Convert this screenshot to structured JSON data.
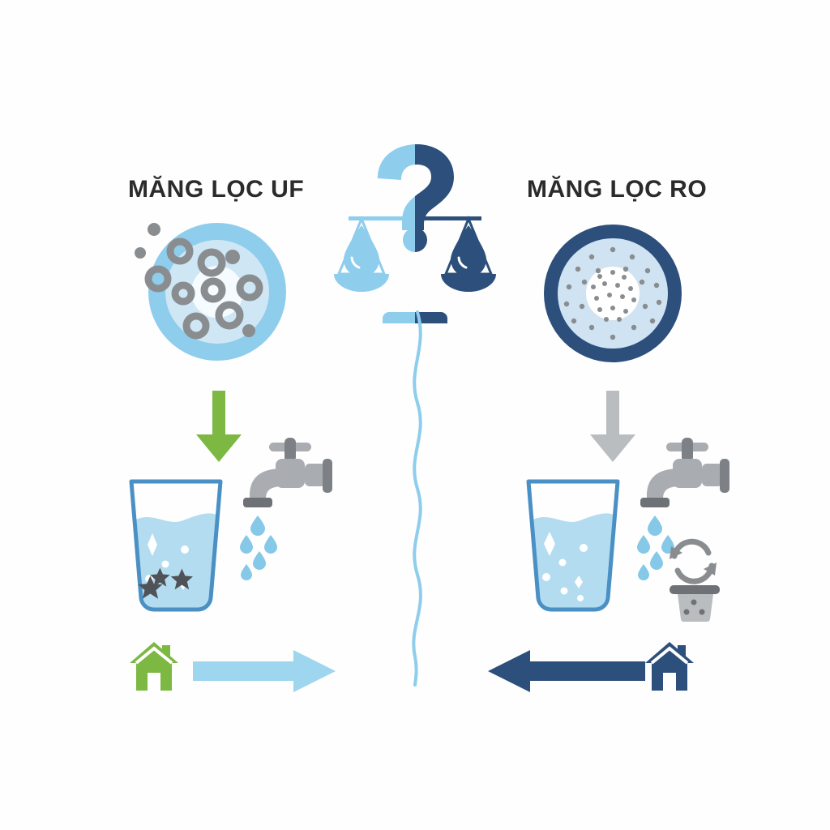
{
  "figure": {
    "type": "comparison-infographic",
    "subject": "UF membrane versus RO membrane water filtration comparison",
    "background_color": "#ffffff"
  },
  "palette": {
    "light_blue": "#8ecdec",
    "pale_blue": "#cfe7f5",
    "water_blue": "#b3dcf0",
    "navy": "#2d4f7c",
    "dark_navy": "#27476f",
    "gray": "#8a8d90",
    "dark_gray": "#565a5e",
    "light_gray": "#b9bdc0",
    "green": "#7cb842",
    "text_black": "#2b2b2b",
    "glass_outline": "#4a90c4",
    "white": "#ffffff"
  },
  "left_panel": {
    "title": "MĂNG LỌC UF",
    "membrane": {
      "name": "uf-membrane-icon",
      "description": "light blue concentric membrane disc with large gray ring-shaped pores",
      "ring_color": "#8ecdec",
      "mid_color": "#cfe7f5",
      "core_color": "#f4fafd",
      "pore_color": "#8a8d90",
      "pore_style": "large open rings",
      "pore_count": 14
    },
    "flow_arrow": {
      "name": "down-arrow-green",
      "direction": "down",
      "color": "#7cb842"
    },
    "glass": {
      "name": "glass-of-water-with-minerals",
      "water_color": "#b3dcf0",
      "outline_color": "#4a90c4",
      "sparkle_count": 6,
      "mineral_stars": 3,
      "mineral_color": "#4f5358"
    },
    "faucet": {
      "name": "faucet-icon",
      "color": "#a9adb1",
      "droplets": 5,
      "droplet_color": "#86c8e8"
    },
    "bottom_row": {
      "house_color": "#7cb842",
      "arrow_color": "#9ed5ef",
      "arrow_direction": "right"
    }
  },
  "right_panel": {
    "title": "MĂNG LỌC RO",
    "membrane": {
      "name": "ro-membrane-icon",
      "description": "dark navy ringed membrane disc with many tiny gray micro-pores",
      "ring_color": "#2d4f7c",
      "mid_color": "#cfe3f2",
      "core_color": "#ffffff",
      "pore_color": "#8a8d90",
      "pore_style": "tiny dense dots",
      "pore_count": 48
    },
    "flow_arrow": {
      "name": "down-arrow-gray",
      "direction": "down",
      "color": "#b9bdc0"
    },
    "glass": {
      "name": "glass-of-pure-water",
      "water_color": "#b3dcf0",
      "outline_color": "#4a90c4",
      "sparkle_count": 7,
      "mineral_stars": 0
    },
    "faucet": {
      "name": "faucet-icon",
      "color": "#a9adb1",
      "droplets": 5,
      "droplet_color": "#86c8e8"
    },
    "waste": {
      "recycle_icon": "recycle-arrows-icon",
      "recycle_color": "#8a8d90",
      "bucket_icon": "waste-water-bucket-icon",
      "bucket_color": "#b9bdc0",
      "bucket_lid_color": "#6e7276",
      "bucket_holes": 3
    },
    "bottom_row": {
      "house_color": "#2d4f7c",
      "arrow_color": "#2d4f7c",
      "arrow_direction": "left"
    }
  },
  "center": {
    "question_mark": {
      "name": "question-mark-icon",
      "left_half_color": "#8ecdec",
      "right_half_color": "#2d4f7c",
      "glyph": "?"
    },
    "scale": {
      "name": "balance-scale-icon",
      "left_pan_color": "#8ecdec",
      "right_pan_color": "#2d4f7c",
      "left_droplet_color": "#8ecdec",
      "right_droplet_color": "#2d4f7c",
      "beam_state": "balanced",
      "base_left_color": "#8ecdec",
      "base_right_color": "#2d4f7c"
    },
    "divider": {
      "name": "wavy-divider-line",
      "color": "#8ecdec",
      "style": "vertical wavy line"
    }
  }
}
